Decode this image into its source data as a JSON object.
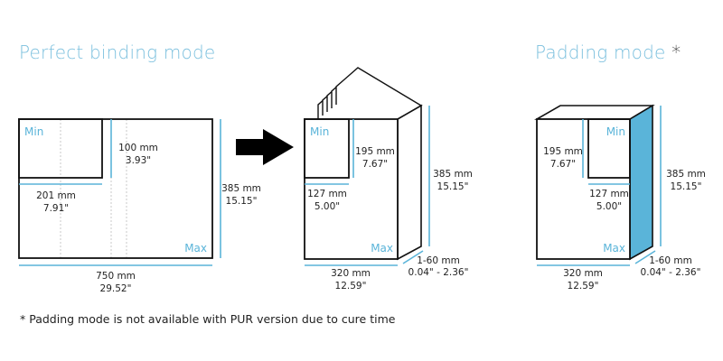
{
  "titles": {
    "perfect": "Perfect binding mode",
    "padding": "Padding mode",
    "padding_mark": "*"
  },
  "colors": {
    "accent": "#5ab4d9",
    "title": "#7cc0de",
    "line": "#111111",
    "spine": "#5ab4d9"
  },
  "labels": {
    "min": "Min",
    "max": "Max"
  },
  "sheet": {
    "min_height_mm": "100 mm",
    "min_height_in": "3.93\"",
    "min_width_mm": "201 mm",
    "min_width_in": "7.91\"",
    "max_height_mm": "385 mm",
    "max_height_in": "15.15\"",
    "max_width_mm": "750 mm",
    "max_width_in": "29.52\""
  },
  "book": {
    "min_height_mm": "195 mm",
    "min_height_in": "7.67\"",
    "min_width_mm": "127 mm",
    "min_width_in": "5.00\"",
    "max_height_mm": "385 mm",
    "max_height_in": "15.15\"",
    "max_width_mm": "320 mm",
    "max_width_in": "12.59\"",
    "thickness_mm": "1-60 mm",
    "thickness_in": "0.04\" - 2.36\""
  },
  "pad": {
    "min_height_mm": "195 mm",
    "min_height_in": "7.67\"",
    "min_width_mm": "127 mm",
    "min_width_in": "5.00\"",
    "max_height_mm": "385 mm",
    "max_height_in": "15.15\"",
    "max_width_mm": "320 mm",
    "max_width_in": "12.59\"",
    "thickness_mm": "1-60 mm",
    "thickness_in": "0.04\" - 2.36\""
  },
  "footnote": "* Padding mode is not available with PUR version due to cure time"
}
